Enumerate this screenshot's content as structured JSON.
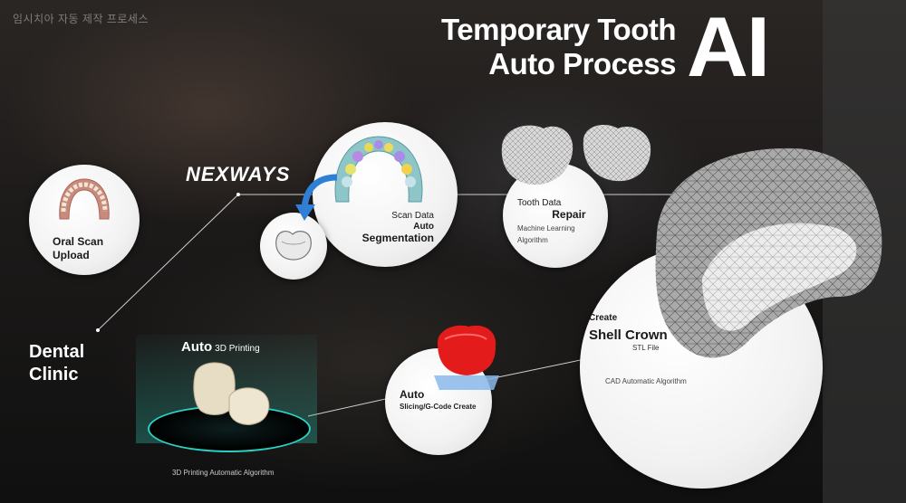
{
  "header": {
    "korean_label": "임시치아 자동 제작 프로세스",
    "title_line1": "Temporary Tooth",
    "title_line2": "Auto Process",
    "ai_label": "AI"
  },
  "logo": {
    "text": "NEXWAYS"
  },
  "steps": {
    "oral_scan": {
      "line1": "Oral Scan",
      "line2": "Upload"
    },
    "segmentation": {
      "line1": "Scan Data",
      "line2": "Auto",
      "line3": "Segmentation"
    },
    "repair": {
      "line1": "Tooth Data",
      "line2": "Repair",
      "line3": "Machine Learning",
      "line4": "Algorithm"
    },
    "shell_crown": {
      "line1": "Create",
      "line2": "Shell Crown",
      "line3": "STL File",
      "line4": "CAD Automatic Algorithm"
    },
    "slicing": {
      "line1": "Auto",
      "line2": "Slicing/G-Code Create"
    },
    "printing": {
      "title": "Auto",
      "subtitle": "3D Printing",
      "algo": "3D Printing Automatic Algorithm"
    }
  },
  "clinic": {
    "line1": "Dental",
    "line2": "Clinic"
  },
  "colors": {
    "accent_teal": "#2ad0c4",
    "crown_red": "#e41b1b",
    "scan_blue": "#2f7fd6"
  }
}
